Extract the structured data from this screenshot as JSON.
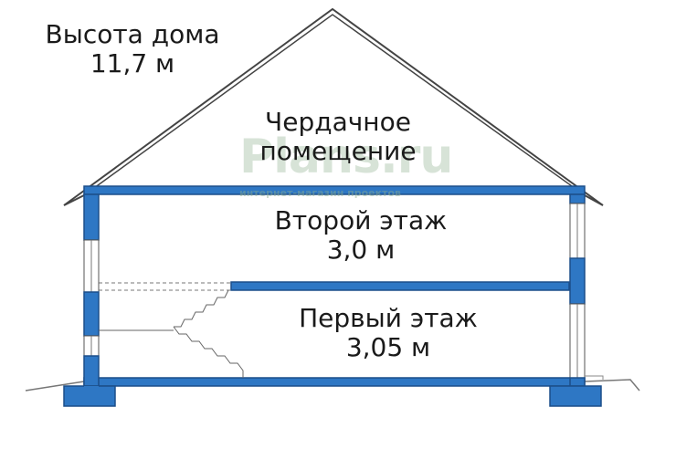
{
  "labels": {
    "house_height_title": "Высота дома",
    "house_height_value": "11,7 м",
    "attic_line1": "Чердачное",
    "attic_line2": "помещение",
    "second_floor_title": "Второй этаж",
    "second_floor_value": "3,0 м",
    "first_floor_title": "Первый этаж",
    "first_floor_value": "3,05 м"
  },
  "watermark": {
    "logo": "Plans.ru",
    "subtitle": "интернет-магазин проектов"
  },
  "colors": {
    "structure": "#2e77c4",
    "outline": "#1c4f8a",
    "roof_line": "#555555",
    "window": "#ffffff"
  }
}
